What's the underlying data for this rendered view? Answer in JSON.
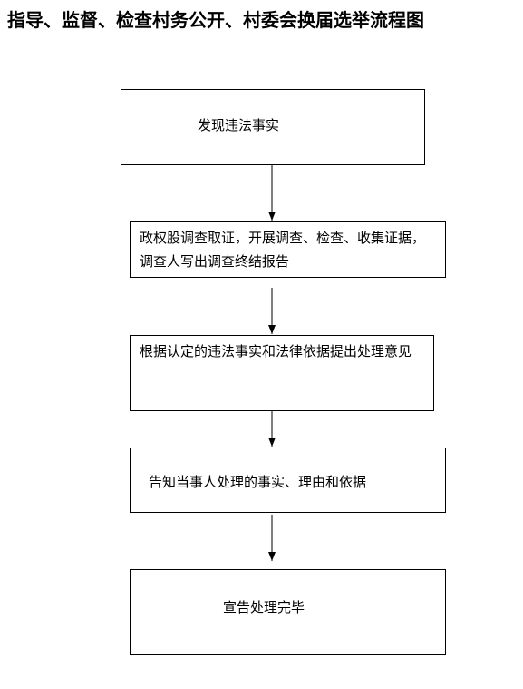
{
  "title": "指导、监督、检查村务公开、村委会换届选举流程图",
  "steps": [
    {
      "text": "发现违法事实"
    },
    {
      "text": "政权股调查取证，开展调查、检查、收集证据，调查人写出调查终结报告"
    },
    {
      "text": "根据认定的违法事实和法律依据提出处理意见"
    },
    {
      "text": "告知当事人处理的事实、理由和依据"
    },
    {
      "text": "宣告处理完毕"
    }
  ],
  "colors": {
    "line": "#000000",
    "background": "#ffffff",
    "text": "#000000"
  }
}
